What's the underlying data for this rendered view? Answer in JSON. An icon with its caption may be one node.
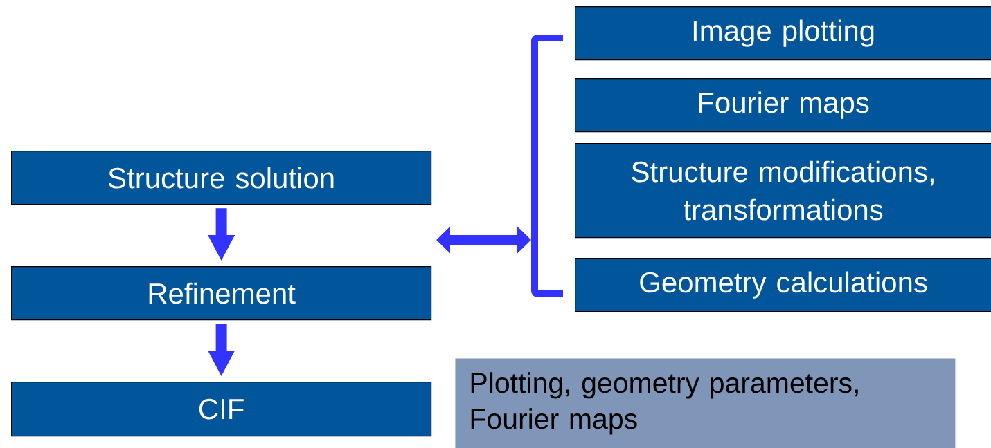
{
  "diagram": {
    "nodes": [
      {
        "text": [
          "Structure solution"
        ]
      },
      {
        "text": [
          "Refinement"
        ]
      },
      {
        "text": [
          "CIF"
        ]
      },
      {
        "text": [],
        "shape": "bracket"
      },
      {
        "text": [
          "Image plotting"
        ]
      },
      {
        "text": [
          "Fourier maps"
        ]
      },
      {
        "text": [
          "Structure modifications, transformations"
        ]
      },
      {
        "text": [
          "Geometry calculations"
        ]
      },
      {
        "text": [
          "Plotting, geometry parameters, Fourier maps"
        ]
      }
    ],
    "edges": [
      {
        "from": 0,
        "to": 1,
        "arrow": "to"
      },
      {
        "from": 1,
        "to": 2,
        "arrow": "to"
      },
      {
        "from": null,
        "to": 3,
        "arrow": "both"
      }
    ]
  }
}
